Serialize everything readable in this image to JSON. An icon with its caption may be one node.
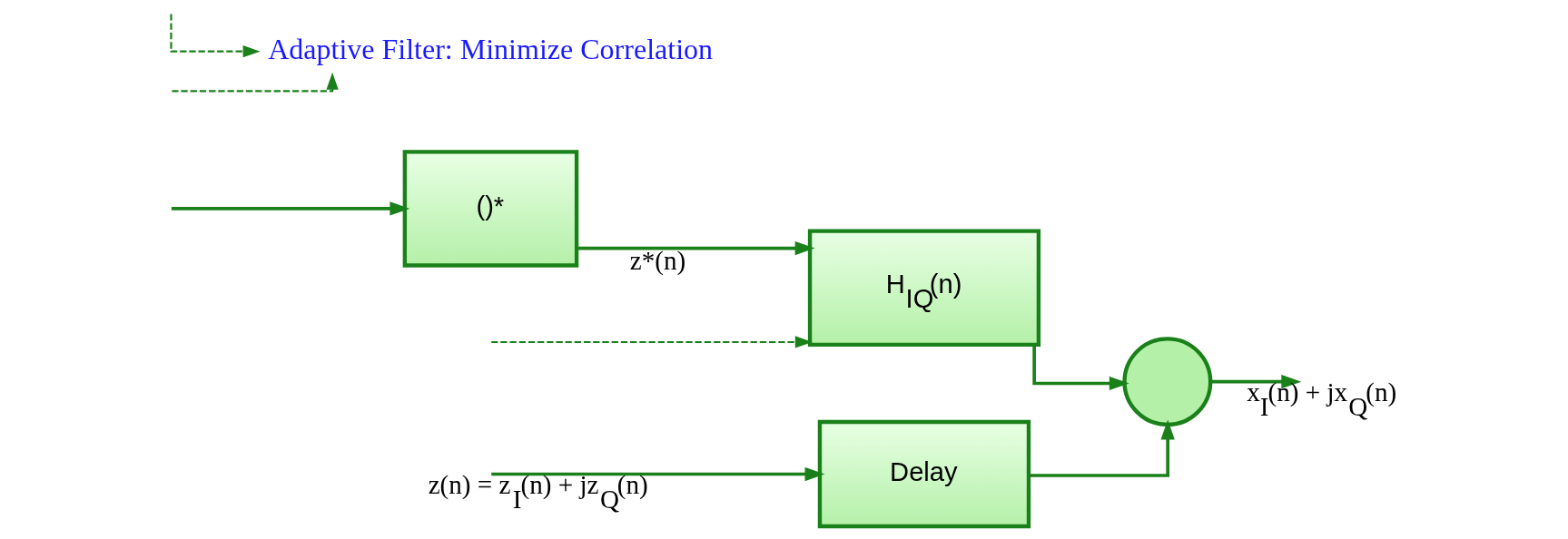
{
  "diagram": {
    "nodes": [
      {
        "text": [
          "Delay"
        ]
      },
      {
        "text": [
          "()*"
        ]
      },
      {
        "text": [
          "H$_{IQ}$(n)"
        ]
      },
      {
        "text": [],
        "shape": "circle"
      },
      {
        "text": [
          "Adaptive Filter: Minimize Correlation"
        ]
      }
    ],
    "edges": [
      {
        "from": null,
        "to": 0,
        "arrow": "to",
        "label": "z(n) = z$_{I}$(n) + jz$_{Q}$(n)"
      },
      {
        "from": null,
        "to": 1,
        "arrow": "to"
      },
      {
        "from": 0,
        "to": 3,
        "arrow": "to"
      },
      {
        "from": 1,
        "to": 2,
        "arrow": "to",
        "label": "z*(n)"
      },
      {
        "from": 2,
        "to": 3,
        "arrow": "to"
      },
      {
        "from": 3,
        "to": null,
        "arrow": "to",
        "label": "x$_{I}$(n) + jx$_{Q}$(n)"
      },
      {
        "from": null,
        "to": 4,
        "arrow": "to",
        "style": "dashed"
      },
      {
        "from": null,
        "to": 4,
        "arrow": "to",
        "style": "dashed"
      },
      {
        "from": null,
        "to": 2,
        "arrow": "to",
        "style": "dashed"
      }
    ]
  }
}
